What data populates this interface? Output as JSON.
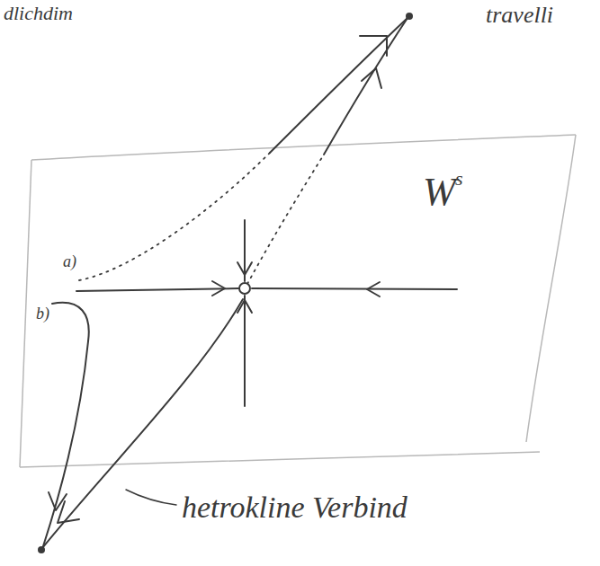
{
  "diagram": {
    "labels": [
      "dlichdim",
      "travelli",
      "W",
      "s",
      "a)",
      "b)",
      "hetrokline Verbind"
    ]
  }
}
